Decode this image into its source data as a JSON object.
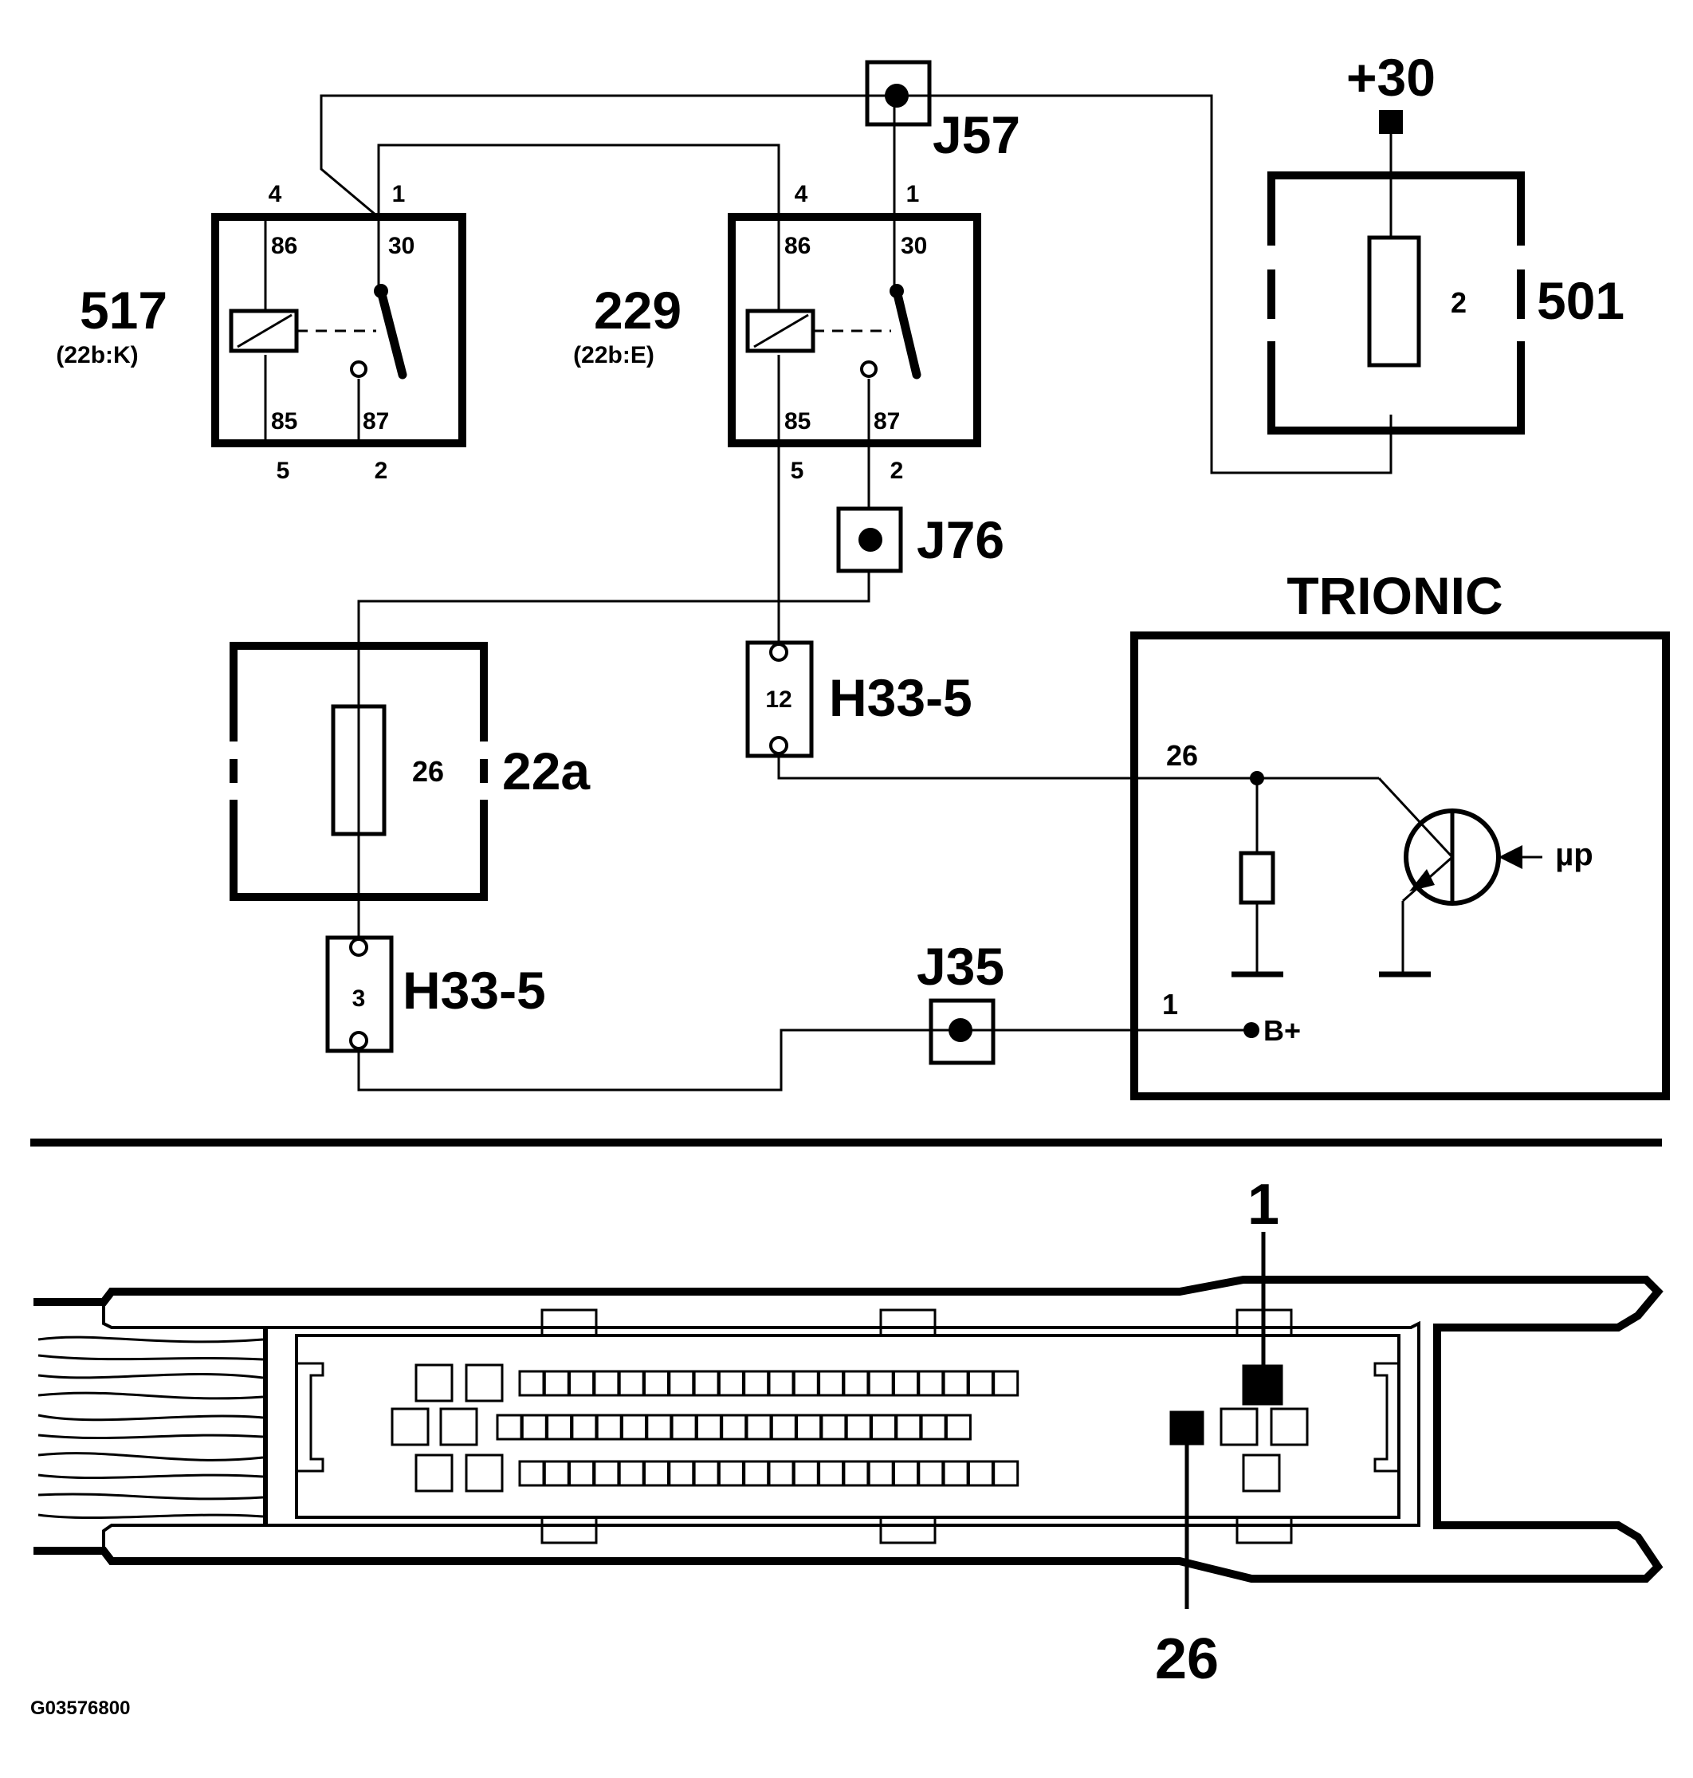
{
  "diagram": {
    "figure_id": "G03576800",
    "supply": "+30",
    "relays": [
      {
        "id": "517",
        "ref": "(22b:K)",
        "pins_top": [
          "4",
          "1"
        ],
        "pins_bottom": [
          "5",
          "2"
        ],
        "terms_top": [
          "86",
          "30"
        ],
        "terms_bottom": [
          "85",
          "87"
        ]
      },
      {
        "id": "229",
        "ref": "(22b:E)",
        "pins_top": [
          "4",
          "1"
        ],
        "pins_bottom": [
          "5",
          "2"
        ],
        "terms_top": [
          "86",
          "30"
        ],
        "terms_bottom": [
          "85",
          "87"
        ]
      }
    ],
    "fuses": [
      {
        "box": "501",
        "number": "2"
      },
      {
        "box": "22a",
        "number": "26"
      }
    ],
    "junctions": [
      "J57",
      "J76",
      "J35"
    ],
    "connectors": [
      {
        "label": "H33-5",
        "pin": "12"
      },
      {
        "label": "H33-5",
        "pin": "3"
      }
    ],
    "ecu": {
      "title": "TRIONIC",
      "pin_signal": "26",
      "pin_power": "1",
      "power_label": "B+",
      "micro_label": "µp"
    },
    "connector_view": {
      "callout_top": "1",
      "callout_bottom": "26"
    }
  }
}
